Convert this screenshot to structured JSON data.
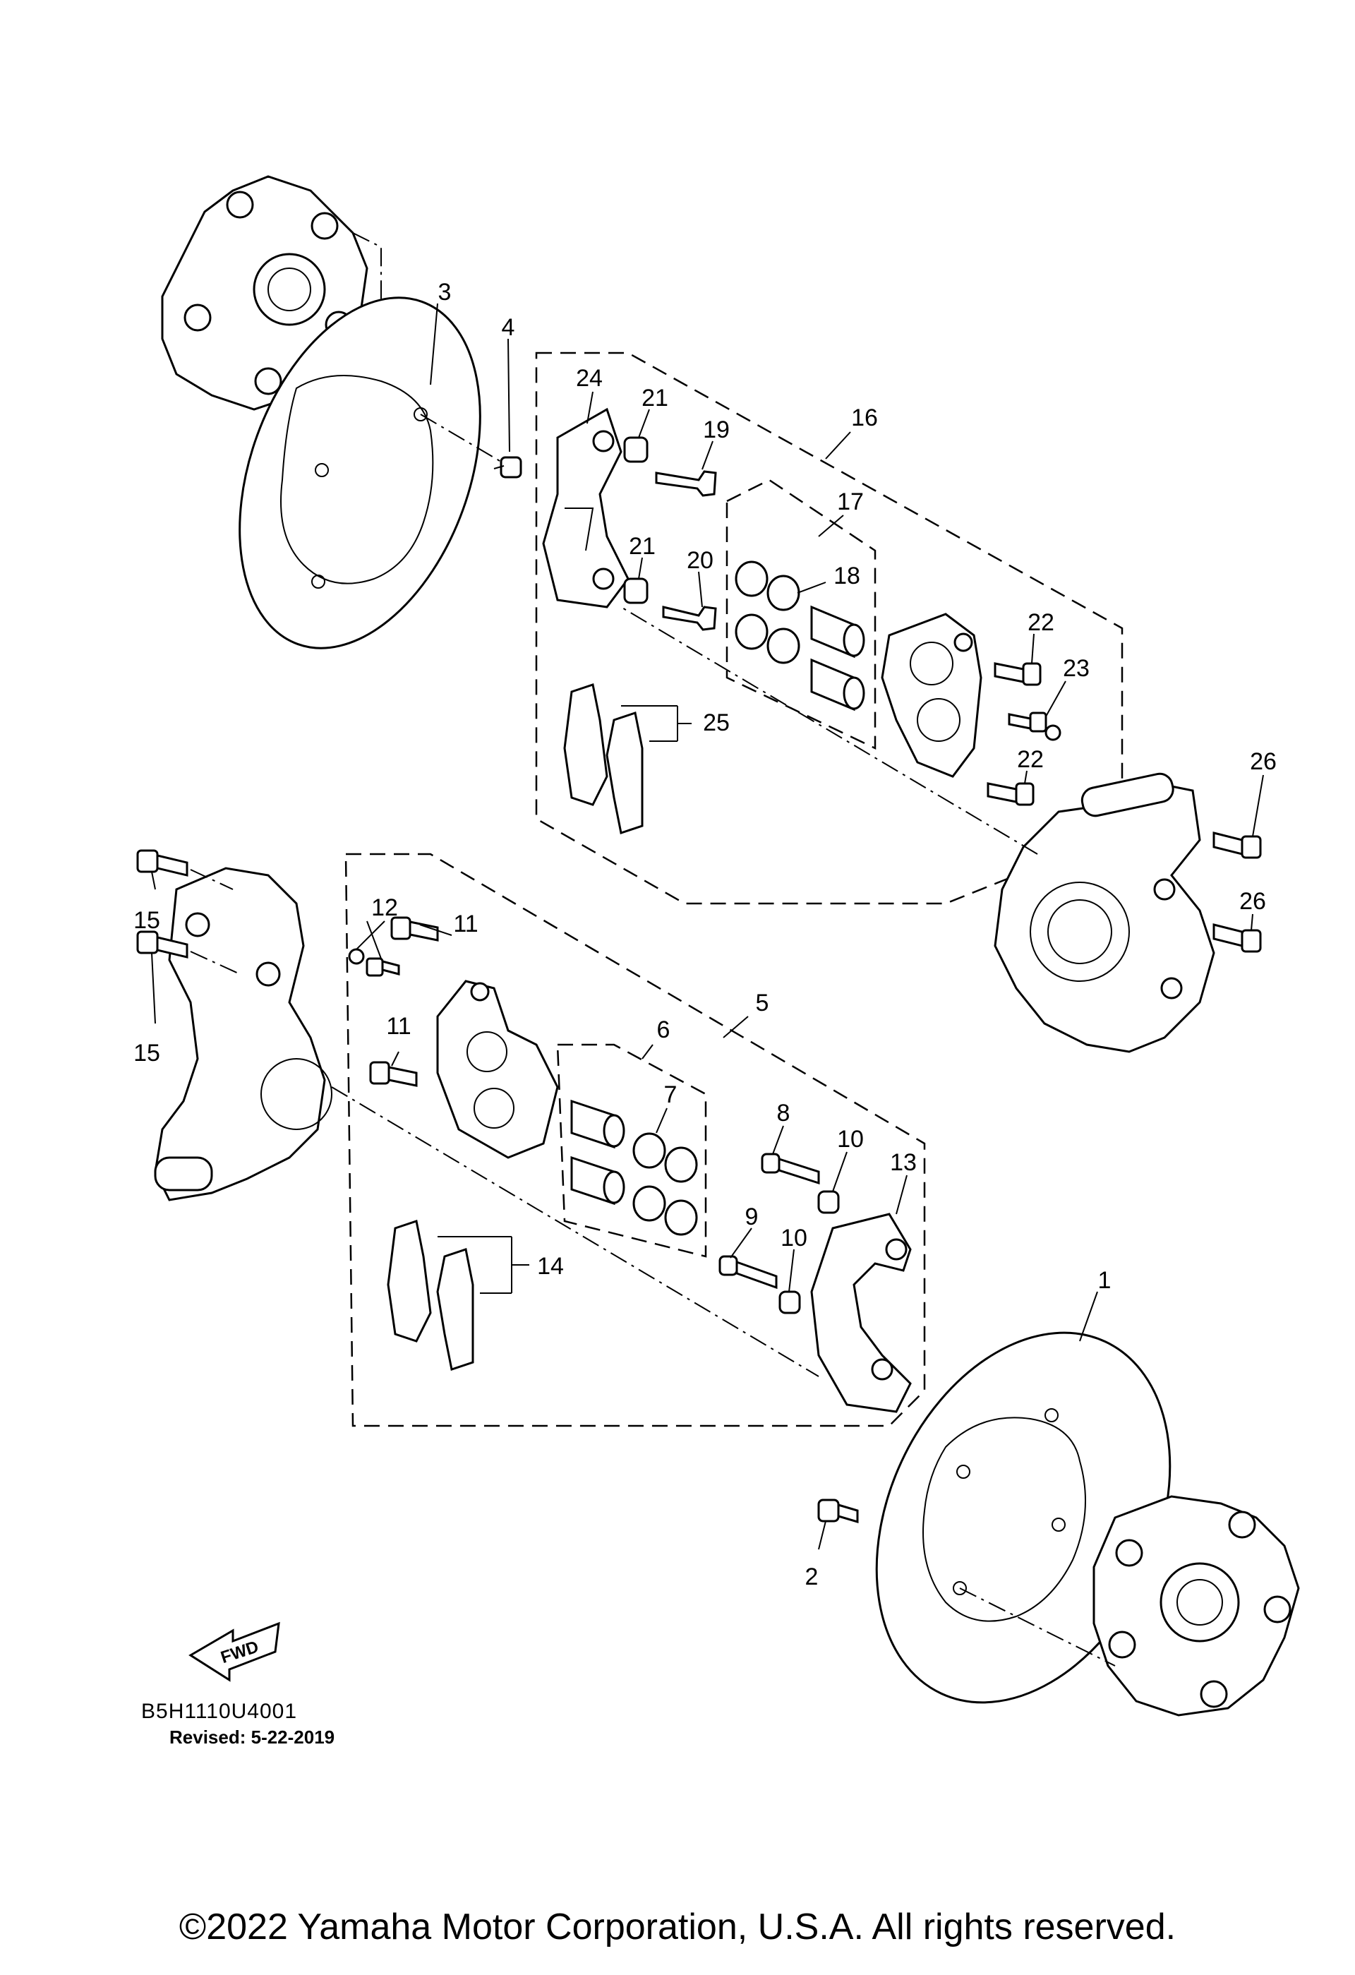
{
  "diagram": {
    "fwd_label": "FWD",
    "drawing_code": "B5H1110U4001",
    "revised": "Revised: 5-22-2019",
    "copyright": "©2022 Yamaha Motor Corporation, U.S.A. All rights reserved.",
    "callouts": [
      "1",
      "2",
      "3",
      "4",
      "5",
      "6",
      "7",
      "8",
      "9",
      "10",
      "10",
      "11",
      "11",
      "12",
      "13",
      "14",
      "15",
      "15",
      "16",
      "17",
      "18",
      "19",
      "20",
      "21",
      "21",
      "22",
      "22",
      "23",
      "24",
      "25",
      "26",
      "26"
    ]
  }
}
